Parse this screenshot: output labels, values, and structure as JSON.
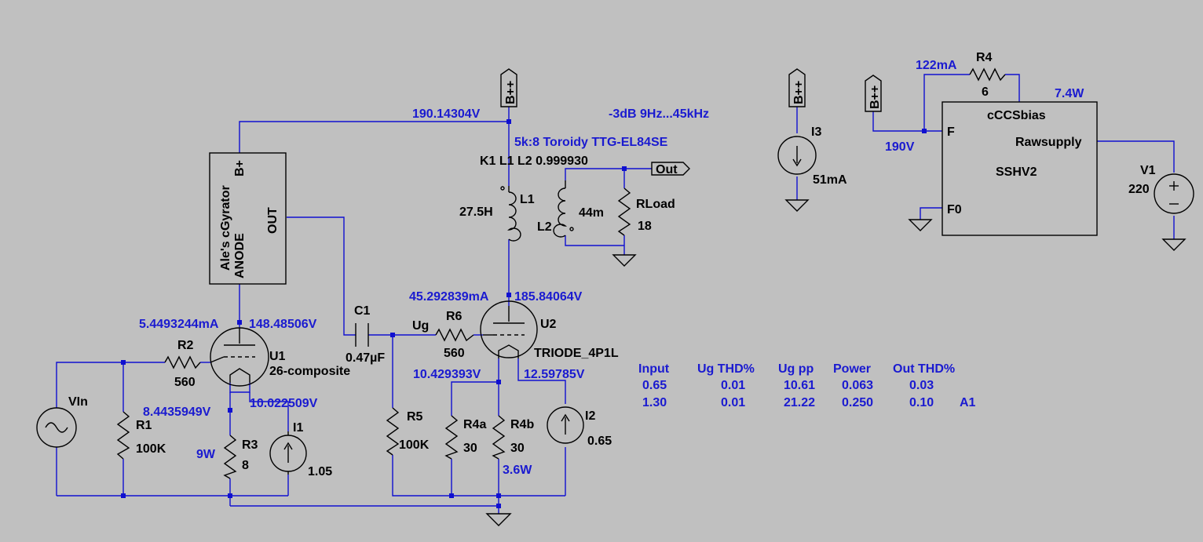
{
  "flags": {
    "bpp": "B++",
    "out": "Out"
  },
  "annotations": {
    "node_190": "190.14304V",
    "bandwidth": "-3dB  9Hz...45kHz",
    "transformer": "5k:8 Toroidy TTG-EL84SE",
    "coupling": "K1 L1 L2 0.999930",
    "u2_current": "45.292839mA",
    "u2_anode": "185.84064V",
    "u1_current": "5.4493244mA",
    "u1_anode": "148.48506V",
    "u1_cathode": "8.4435949V",
    "u1_heater": "10.022509V",
    "u2_cathode": "10.429393V",
    "u2_heater": "12.59785V",
    "r3_power": "9W",
    "r4_power": "3.6W",
    "i3_value": "51mA",
    "r4_current": "122mA",
    "supply_power": "7.4W",
    "supply_voltage": "190V"
  },
  "gyrator": {
    "name": "Ale's cGyrator",
    "pin_anode": "ANODE",
    "pin_bplus": "B+",
    "pin_out": "OUT"
  },
  "components": {
    "c1": {
      "name": "C1",
      "value": "0.47µF"
    },
    "ug": "Ug",
    "r6": {
      "name": "R6",
      "value": "560"
    },
    "u2": {
      "name": "U2",
      "model": "TRIODE_4P1L"
    },
    "u1": {
      "name": "U1",
      "model": "26-composite"
    },
    "r2": {
      "name": "R2",
      "value": "560"
    },
    "r1": {
      "name": "R1",
      "value": "100K"
    },
    "r3": {
      "name": "R3",
      "value": "8"
    },
    "i1": {
      "name": "I1",
      "value": "1.05"
    },
    "vin": {
      "name": "VIn"
    },
    "r5": {
      "name": "R5",
      "value": "100K"
    },
    "r4a": {
      "name": "R4a",
      "value": "30"
    },
    "r4b": {
      "name": "R4b",
      "value": "30"
    },
    "i2": {
      "name": "I2",
      "value": "0.65"
    },
    "l1": {
      "name": "L1",
      "value": "27.5H"
    },
    "l2": {
      "name": "L2",
      "value": "44m"
    },
    "rload": {
      "name": "RLoad",
      "value": "18"
    },
    "i3": {
      "name": "I3"
    },
    "r4": {
      "name": "R4",
      "value": "6"
    },
    "v1": {
      "name": "V1",
      "value": "220"
    }
  },
  "ccs_block": {
    "title": "cCCSbias",
    "name": "SSHV2",
    "pin_f": "F",
    "pin_f0": "F0",
    "pin_raw": "Rawsupply"
  },
  "table": {
    "headers": [
      "Input",
      "Ug THD%",
      "Ug pp",
      "Power",
      "Out THD%"
    ],
    "rows": [
      [
        "0.65",
        "0.01",
        "10.61",
        "0.063",
        "0.03",
        ""
      ],
      [
        "1.30",
        "0.01",
        "21.22",
        "0.250",
        "0.10",
        "A1"
      ]
    ]
  }
}
